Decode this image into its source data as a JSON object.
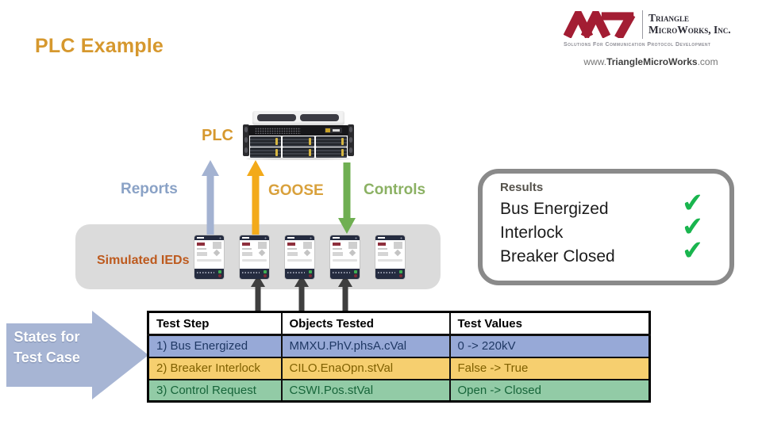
{
  "slide": {
    "title": "PLC Example"
  },
  "logo": {
    "company_line1": "Triangle",
    "company_line2": "MicroWorks, Inc.",
    "tagline": "Solutions For Communication Protocol Development",
    "website_prefix": "www.",
    "website_name": "TriangleMicroWorks",
    "website_suffix": ".com",
    "brand_red": "#A31D33"
  },
  "plc": {
    "label": "PLC"
  },
  "flows": {
    "reports_label": "Reports",
    "goose_label": "GOOSE",
    "controls_label": "Controls",
    "reports_color": "#A3B2D1",
    "goose_color": "#F3AA1A",
    "controls_color": "#6FAF52"
  },
  "simulated_ieds": {
    "label": "Simulated IEDs",
    "device_count": 5
  },
  "results": {
    "heading": "Results",
    "items": [
      "Bus Energized",
      "Interlock",
      "Breaker Closed"
    ],
    "check_glyph": "✔",
    "check_color": "#19B54E"
  },
  "states_arrow": {
    "line1": "States for",
    "line2": "Test Case"
  },
  "table": {
    "headers": [
      "Test Step",
      "Objects Tested",
      "Test Values"
    ],
    "rows": [
      {
        "step": "1) Bus Energized",
        "object": "MMXU.PhV.phsA.cVal",
        "values": "0 -> 220kV",
        "bg": "#97A9D7",
        "fg": "#1F3864"
      },
      {
        "step": "2) Breaker Interlock",
        "object": "CILO.EnaOpn.stVal",
        "values": "False -> True",
        "bg": "#F6CF6F",
        "fg": "#7F6000"
      },
      {
        "step": "3) Control Request",
        "object": "CSWI.Pos.stVal",
        "values": "Open -> Closed",
        "bg": "#92CBA6",
        "fg": "#17653A"
      }
    ]
  }
}
